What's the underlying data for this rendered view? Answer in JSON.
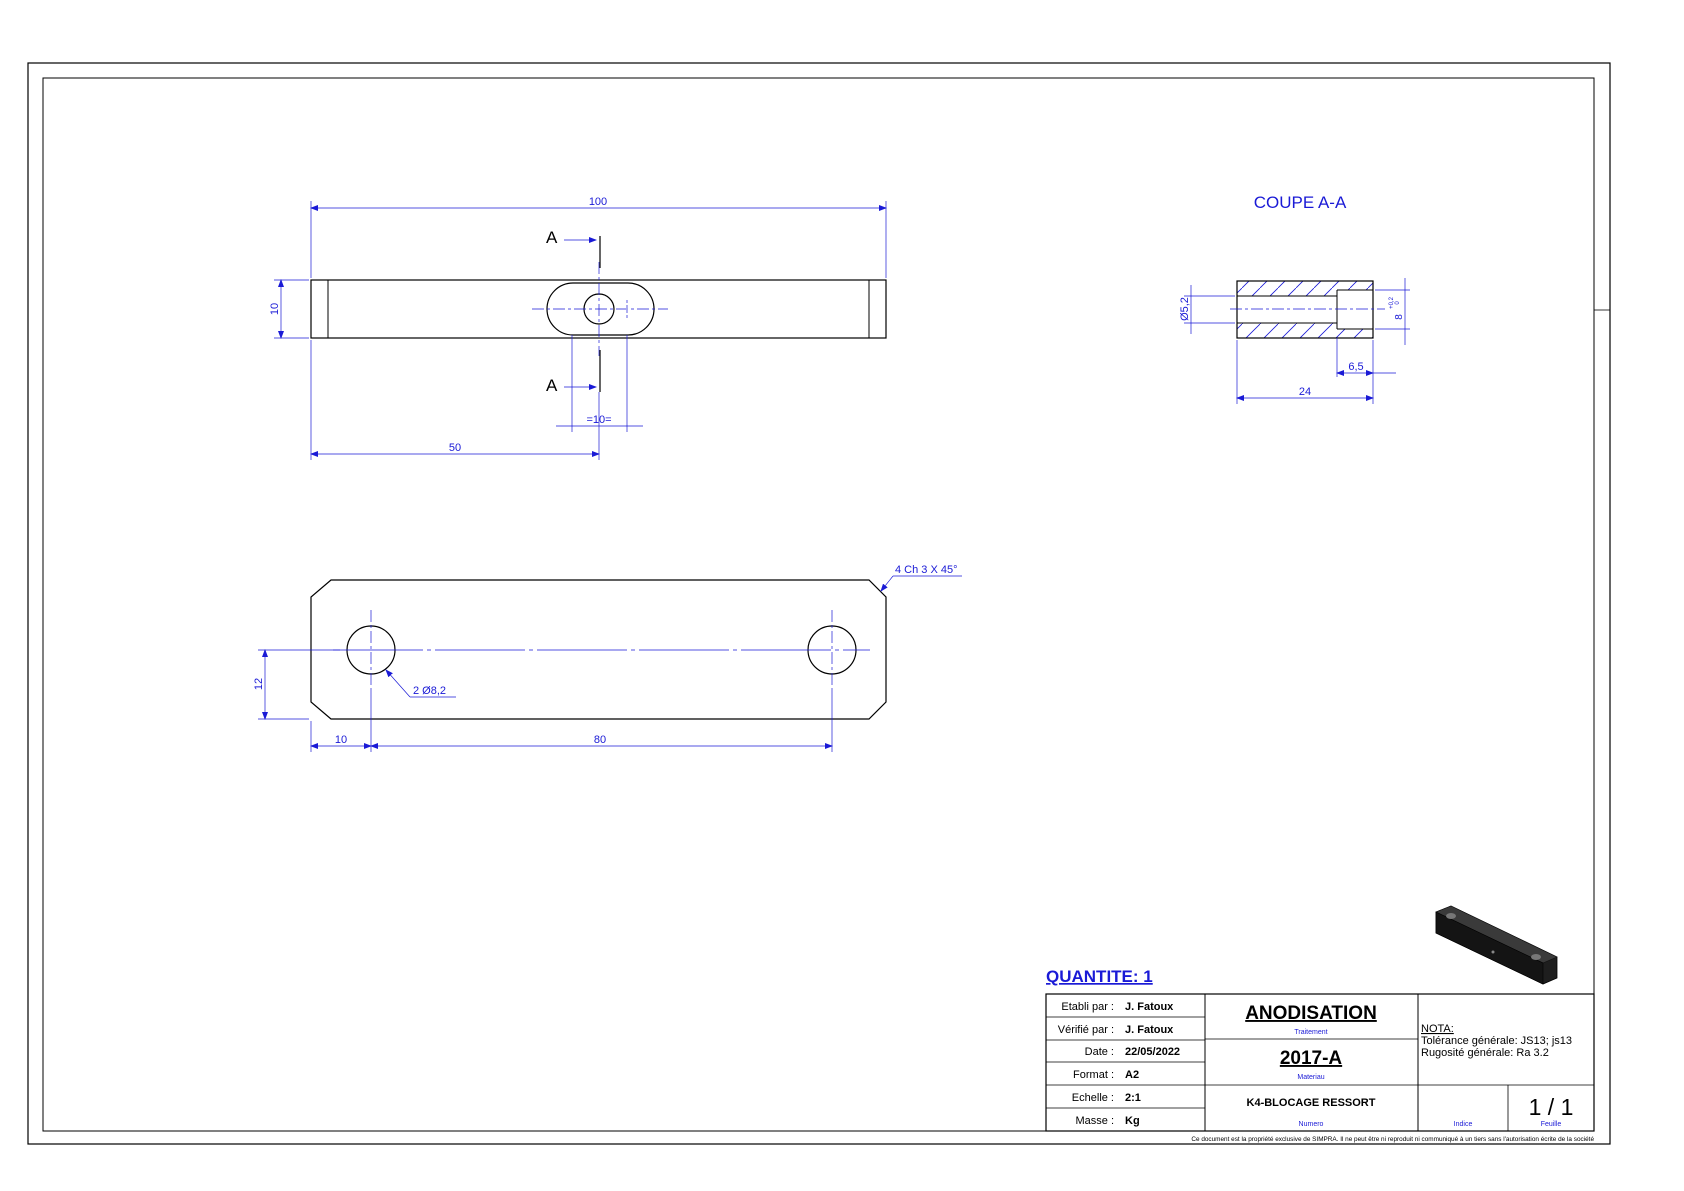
{
  "views": {
    "section_title": "COUPE A-A",
    "section_marker": "A",
    "top_view": {
      "overall_length": "100",
      "height": "10",
      "half_length": "50",
      "slot_width": "=10="
    },
    "front_view": {
      "chamfer_note": "4 Ch 3 X 45°",
      "hole_note": "2 Ø8,2",
      "hole_height": "12",
      "edge_offset": "10",
      "hole_spacing": "80"
    },
    "section_view": {
      "bore_diameter": "Ø5,2",
      "counterbore_diameter": "8",
      "counterbore_tol_upper": "+0,2",
      "counterbore_tol_lower": "0",
      "counterbore_depth": "6,5",
      "total_length": "24"
    }
  },
  "quantity": "QUANTITE: 1",
  "title_block": {
    "rows": [
      {
        "label": "Etabli par :",
        "value": "J. Fatoux"
      },
      {
        "label": "Vérifié par :",
        "value": "J. Fatoux"
      },
      {
        "label": "Date :",
        "value": "22/05/2022"
      },
      {
        "label": "Format :",
        "value": "A2"
      },
      {
        "label": "Echelle :",
        "value": "2:1"
      },
      {
        "label": "Masse :",
        "value": "Kg"
      }
    ],
    "treatment": "ANODISATION",
    "treatment_caption": "Traitement",
    "material": "2017-A",
    "material_caption": "Materiau",
    "part_number": "K4-BLOCAGE RESSORT",
    "part_number_caption": "Numero",
    "nota_title": "NOTA:",
    "nota_tolerance": "Tolérance générale: JS13; js13",
    "nota_roughness": "Rugosité générale: Ra 3.2",
    "index_caption": "Indice",
    "sheet": "1 / 1",
    "sheet_caption": "Feuille",
    "footer": "Ce document est la propriété exclusive de SIMPRA. Il ne peut être ni reproduit ni communiqué à un tiers sans l'autorisation écrite de la société"
  }
}
